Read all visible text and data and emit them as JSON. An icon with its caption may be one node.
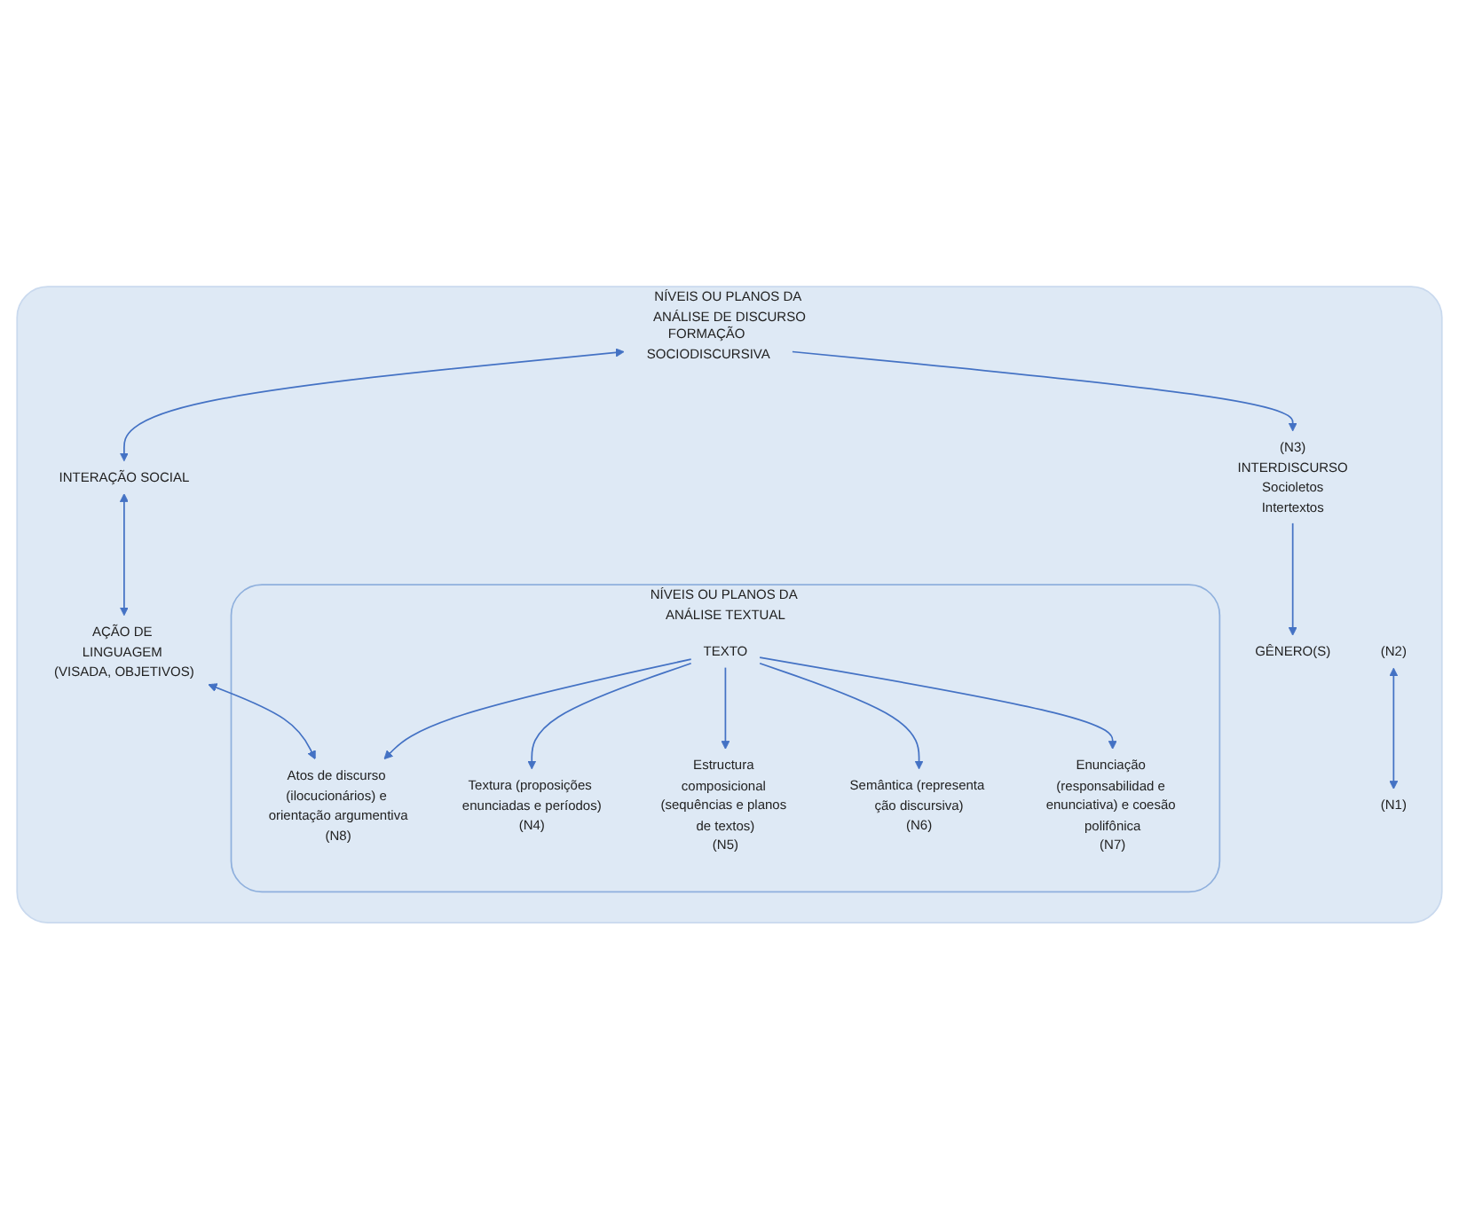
{
  "diagram": {
    "nodes": [
      {
        "text": [
          "NÍVEIS OU PLANOS DA ANÁLISE DE DISCURSO"
        ]
      },
      {
        "text": [
          "FORMAÇÃO SOCIODISCURSIVA"
        ],
        "in": 0
      },
      {
        "text": [
          "INTERAÇÃO SOCIAL"
        ],
        "in": 0
      },
      {
        "text": [
          "AÇÃO DE LINGUAGEM (VISADA, OBJETIVOS)"
        ],
        "in": 0
      },
      {
        "text": [
          "(N2)"
        ],
        "in": 0
      },
      {
        "text": [
          "(N1)"
        ],
        "in": 0
      },
      {
        "text": [
          "(N3)",
          "INTERDISCURSO",
          "Socioletos",
          "Intertextos"
        ],
        "in": 0
      },
      {
        "text": [
          "GÊNERO(S)"
        ],
        "in": 0
      },
      {
        "text": [
          "NÍVEIS OU PLANOS DA ANÁLISE TEXTUAL"
        ],
        "in": 0
      },
      {
        "text": [
          "TEXTO"
        ],
        "in": 8
      },
      {
        "text": [
          "Textura (proposições enunciadas e períodos)",
          "(N4)"
        ],
        "in": 8
      },
      {
        "text": [
          "Estructura composicional (sequências e planos de textos)",
          "(N5)"
        ],
        "in": 8
      },
      {
        "text": [
          "Semântica (representa ção discursiva)",
          "(N6)"
        ],
        "in": 8
      },
      {
        "text": [
          "Enunciação (responsabilidad e enunciativa) e coesão polifônica",
          "(N7)"
        ],
        "in": 8
      },
      {
        "text": [
          "Atos de discurso (ilocucionários) e orientação argumentiva",
          "(N8)"
        ],
        "in": 8
      }
    ],
    "edges": [
      {
        "from": 1,
        "to": 2,
        "arrow": "both"
      },
      {
        "from": 2,
        "to": 3,
        "arrow": "both"
      },
      {
        "from": 4,
        "to": 5,
        "arrow": "both"
      },
      {
        "from": 1,
        "to": 6,
        "arrow": "to"
      },
      {
        "from": 6,
        "to": 7,
        "arrow": "to"
      },
      {
        "from": 3,
        "to": 14,
        "arrow": "both"
      },
      {
        "from": 9,
        "to": 10,
        "arrow": "to"
      },
      {
        "from": 9,
        "to": 11,
        "arrow": "to"
      },
      {
        "from": 9,
        "to": 12,
        "arrow": "to"
      },
      {
        "from": 9,
        "to": 13,
        "arrow": "to"
      },
      {
        "from": 9,
        "to": 14,
        "arrow": "to"
      }
    ]
  }
}
